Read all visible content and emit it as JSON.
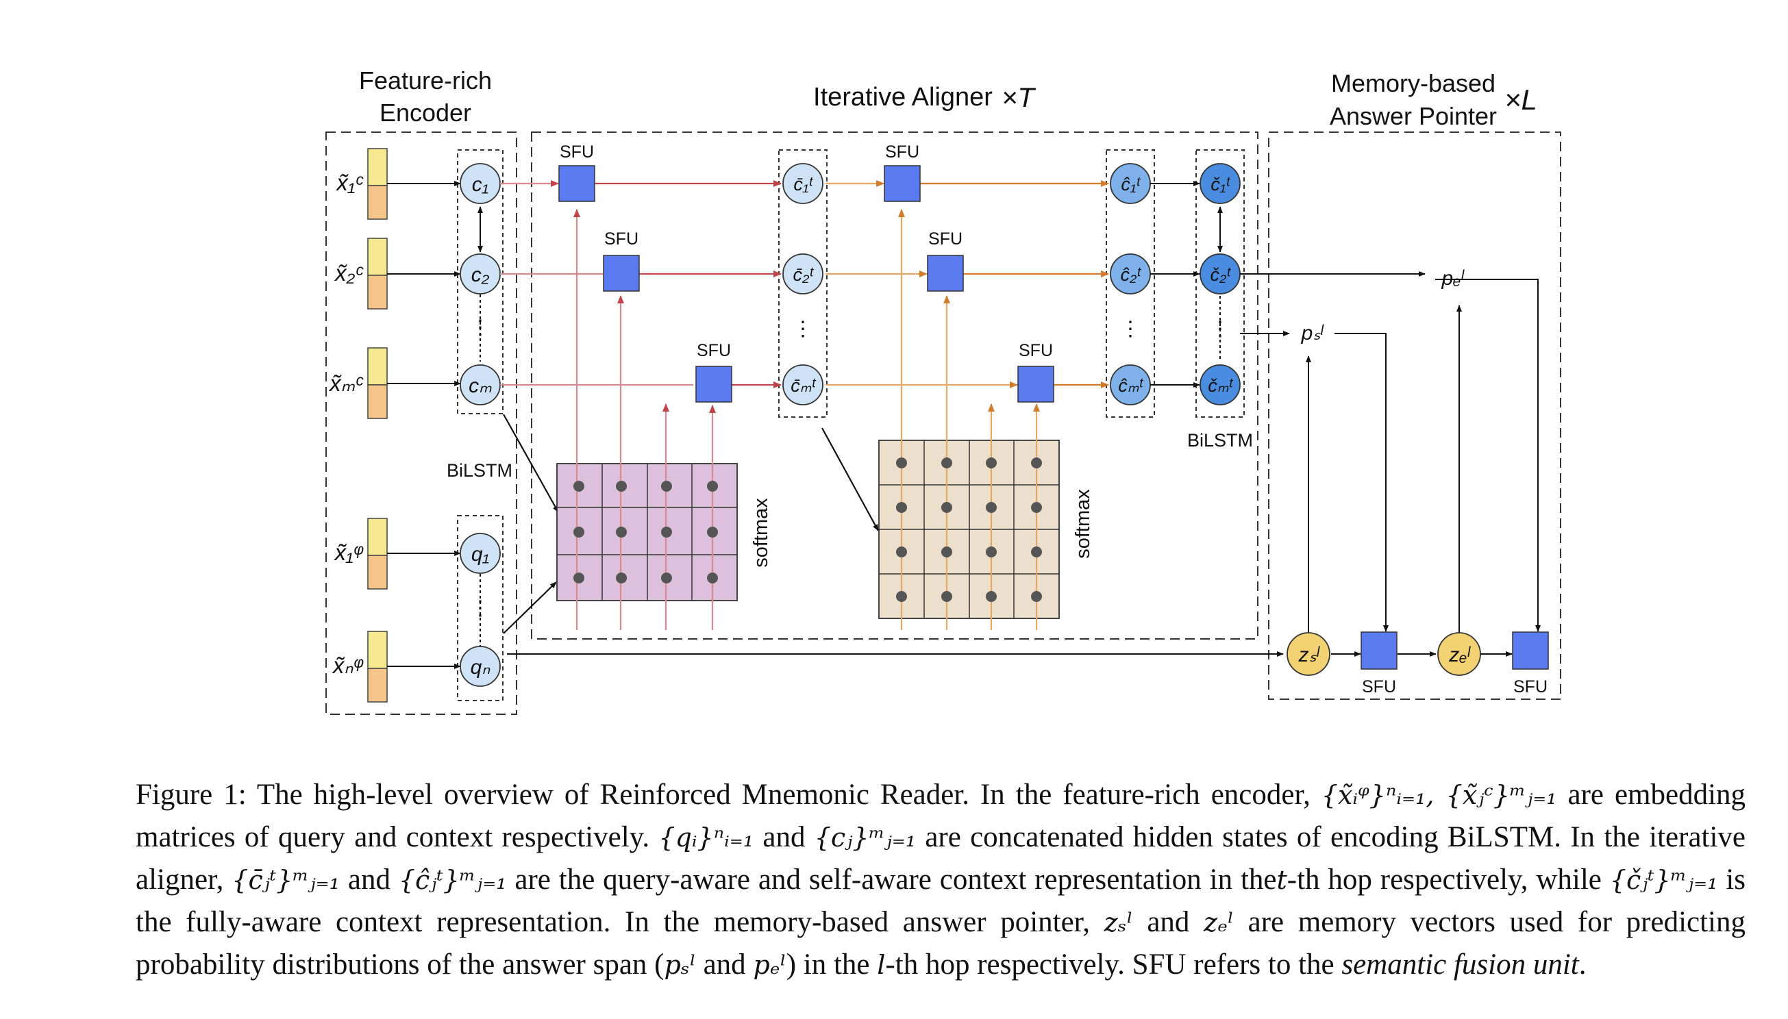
{
  "figure": {
    "encoder_title": [
      "Feature-rich",
      "Encoder"
    ],
    "aligner_title": "Iterative Aligner",
    "aligner_mult": "×T",
    "pointer_title": [
      "Memory-based",
      "Answer Pointer"
    ],
    "pointer_mult": "×L",
    "bilstm_label": "BiLSTM",
    "softmax_label": "softmax",
    "sfu_label": "SFU",
    "ellipsis": "⋮",
    "inputs_context": [
      "x̃₁ᶜ",
      "x̃₂ᶜ",
      "x̃ₘᶜ"
    ],
    "inputs_query": [
      "x̃₁ᵠ",
      "x̃ₙᵠ"
    ],
    "encoder_nodes_context": [
      "c₁",
      "c₂",
      "cₘ"
    ],
    "encoder_nodes_query": [
      "q₁",
      "qₙ"
    ],
    "aligned_nodes": [
      "c̄₁ᵗ",
      "c̄₂ᵗ",
      "c̄ₘᵗ"
    ],
    "self_aligned_nodes": [
      "ĉ₁ᵗ",
      "ĉ₂ᵗ",
      "ĉₘᵗ"
    ],
    "fully_aware_nodes": [
      "č₁ᵗ",
      "č₂ᵗ",
      "čₘᵗ"
    ],
    "pointer_nodes": [
      "zₛˡ",
      "zₑˡ"
    ],
    "pointer_outputs": [
      "pₛˡ",
      "pₑˡ"
    ],
    "colors": {
      "input_yellow": "#f7e98f",
      "input_orange": "#f5c58a",
      "node_light": "#cfe3f7",
      "node_mid": "#7fb2ea",
      "node_dark": "#4a8de0",
      "sfu_blue": "#5b7cf0",
      "matrix1": "#dcc0dc",
      "matrix2": "#ecdfcc",
      "arrow_red": "#c2454d",
      "arrow_orange": "#d27c2c",
      "pointer_node": "#f2d272"
    }
  },
  "caption": {
    "figure_label": "Figure 1:",
    "p1": "The high-level overview of Reinforced Mnemonic Reader. In the feature-rich encoder,",
    "m1": "{x̃ᵢᵠ}ⁿᵢ₌₁, {x̃ⱼᶜ}ᵐⱼ₌₁",
    "p2": "are embedding matrices of query and context respectively.",
    "m2": "{qᵢ}ⁿᵢ₌₁",
    "p3": "and",
    "m3": "{cⱼ}ᵐⱼ₌₁",
    "p4": "are concatenated hidden states of encoding BiLSTM. In the iterative aligner,",
    "m4": "{c̄ⱼᵗ}ᵐⱼ₌₁",
    "p5": "and",
    "m5": "{ĉⱼᵗ}ᵐⱼ₌₁",
    "p6": "are the query-aware and self-aware context representation in the",
    "m6": "t",
    "p7": "-th hop respectively, while",
    "m7": "{čⱼᵗ}ᵐⱼ₌₁",
    "p8": "is the fully-aware context representation. In the memory-based answer pointer,",
    "m8": "zₛˡ",
    "p9": "and",
    "m9": "zₑˡ",
    "p10": "are memory vectors used for predicting probability distributions of the answer span (",
    "m10": "pₛˡ",
    "p11": "and",
    "m11": "pₑˡ",
    "p12": ") in the",
    "m12": "l",
    "p13": "-th hop respectively. SFU refers to the",
    "p14": "semantic fusion unit",
    "p15": "."
  }
}
